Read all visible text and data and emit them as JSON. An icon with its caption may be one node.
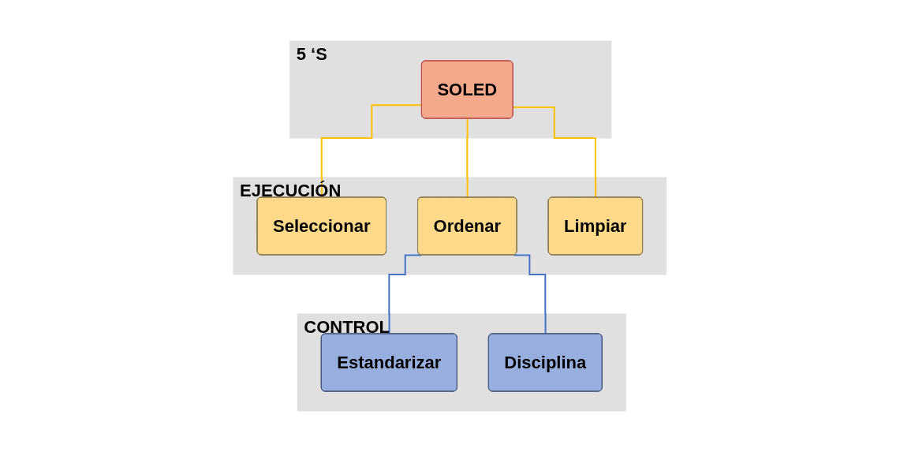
{
  "diagram": {
    "nodes": [
      {
        "text": [
          "5 ‘S"
        ]
      },
      {
        "text": [
          "SOLED"
        ],
        "in": 0
      },
      {
        "text": [
          "EJECUCIÓN"
        ]
      },
      {
        "text": [
          "Seleccionar"
        ],
        "in": 2
      },
      {
        "text": [
          "Ordenar"
        ],
        "in": 2
      },
      {
        "text": [
          "Limpiar"
        ],
        "in": 2
      },
      {
        "text": [
          "CONTROL"
        ]
      },
      {
        "text": [
          "Estandarizar"
        ],
        "in": 6
      },
      {
        "text": [
          "Disciplina"
        ],
        "in": 6
      }
    ],
    "edges": [
      {
        "from": 1,
        "to": 3,
        "arrow": "none",
        "color": "#ffc000"
      },
      {
        "from": 1,
        "to": 4,
        "arrow": "none",
        "color": "#ffc000"
      },
      {
        "from": 1,
        "to": 5,
        "arrow": "none",
        "color": "#ffc000"
      },
      {
        "from": 4,
        "to": 7,
        "arrow": "none",
        "color": "#4472c4"
      },
      {
        "from": 4,
        "to": 8,
        "arrow": "none",
        "color": "#4472c4"
      }
    ]
  }
}
